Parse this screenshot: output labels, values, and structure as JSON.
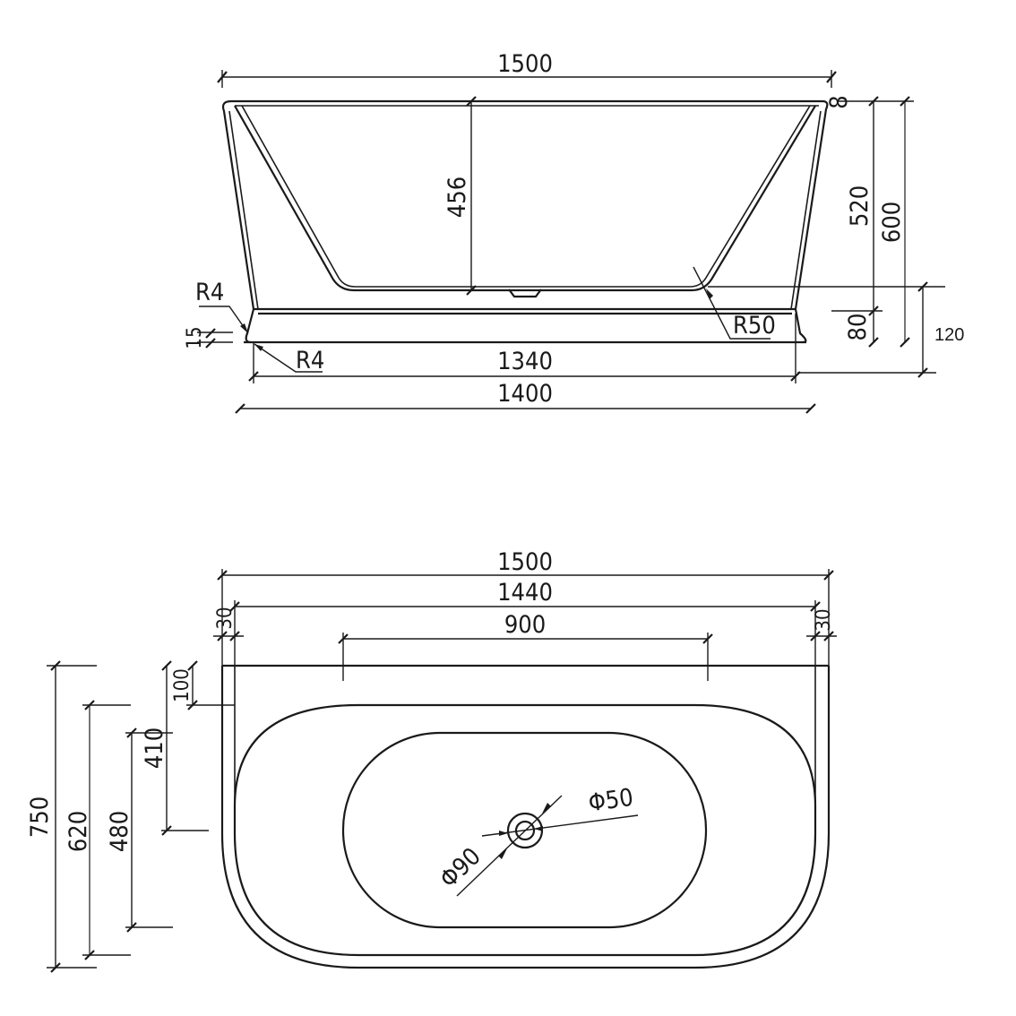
{
  "side_view": {
    "overall_length": "1500",
    "inner_depth": "456",
    "rim_thickness": "8",
    "bowl_height": "520",
    "overall_height": "600",
    "base_height": "80",
    "plinth_height": "120",
    "base_step": "15",
    "corner_radius_top": "R4",
    "corner_radius_bottom": "R4",
    "inner_radius": "R50",
    "base_inner_length": "1340",
    "base_outer_length": "1400"
  },
  "plan_view": {
    "overall_length": "1500",
    "inner_length": "1440",
    "back_wall_opening": "900",
    "wall_left": "30",
    "wall_right": "30",
    "overall_width": "750",
    "inner_width": "620",
    "bowl_width": "480",
    "drain_offset": "410",
    "back_inset": "100",
    "drain_outer_dia": "Φ90",
    "drain_inner_dia": "Φ50"
  }
}
